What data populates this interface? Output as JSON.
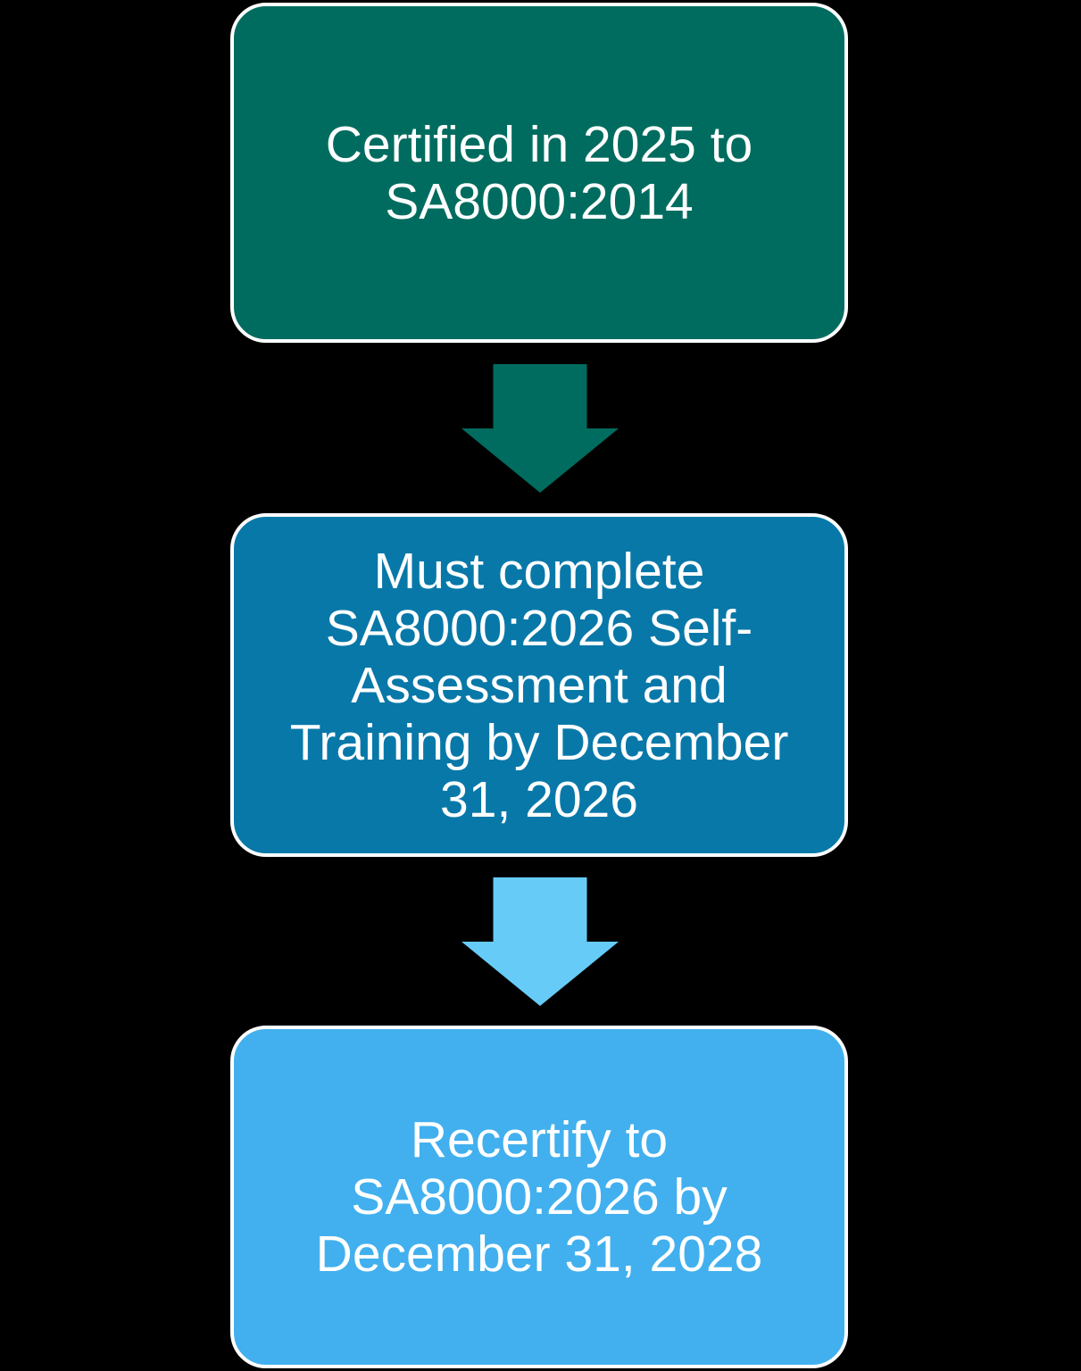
{
  "diagram": {
    "background_color": "#000000",
    "text_color": "#ffffff",
    "box_border_color": "#ffffff",
    "steps": [
      {
        "label": "step-1-certified-2025",
        "text": "Certified in 2025 to\nSA8000:2014",
        "fill": "#006C5F"
      },
      {
        "label": "step-2-self-assessment",
        "text": "Must complete\nSA8000:2026 Self-\nAssessment and\nTraining by December\n31, 2026",
        "fill": "#0878A8"
      },
      {
        "label": "step-3-recertify",
        "text": "Recertify to\nSA8000:2026 by\nDecember 31, 2028",
        "fill": "#42B0EE"
      }
    ],
    "arrows": [
      {
        "icon": "down-arrow",
        "color": "#006C5F"
      },
      {
        "icon": "down-arrow",
        "color": "#66CCF7"
      }
    ]
  }
}
